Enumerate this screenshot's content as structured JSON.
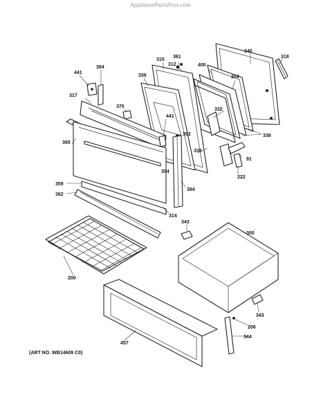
{
  "watermark": "AppliancePartsPros.com",
  "art_number": "(ART NO. WB14609 C0)",
  "labels": {
    "l340": "340",
    "l318": "318",
    "l361": "361",
    "l312": "312",
    "l400": "400",
    "l315": "315",
    "l204": "204",
    "l394a": "394",
    "l441a": "441",
    "l339": "339",
    "l317": "317",
    "l375": "375",
    "l332": "332",
    "l338": "338",
    "l441b": "441",
    "l353": "353",
    "l365": "365",
    "l330": "330",
    "l91": "91",
    "l354": "354",
    "l222": "222",
    "l359": "359",
    "l394b": "394",
    "l362": "362",
    "l314": "314",
    "l343a": "343",
    "l300": "300",
    "l200": "200",
    "l343b": "343",
    "l206": "206",
    "l457": "457",
    "l344": "344"
  }
}
